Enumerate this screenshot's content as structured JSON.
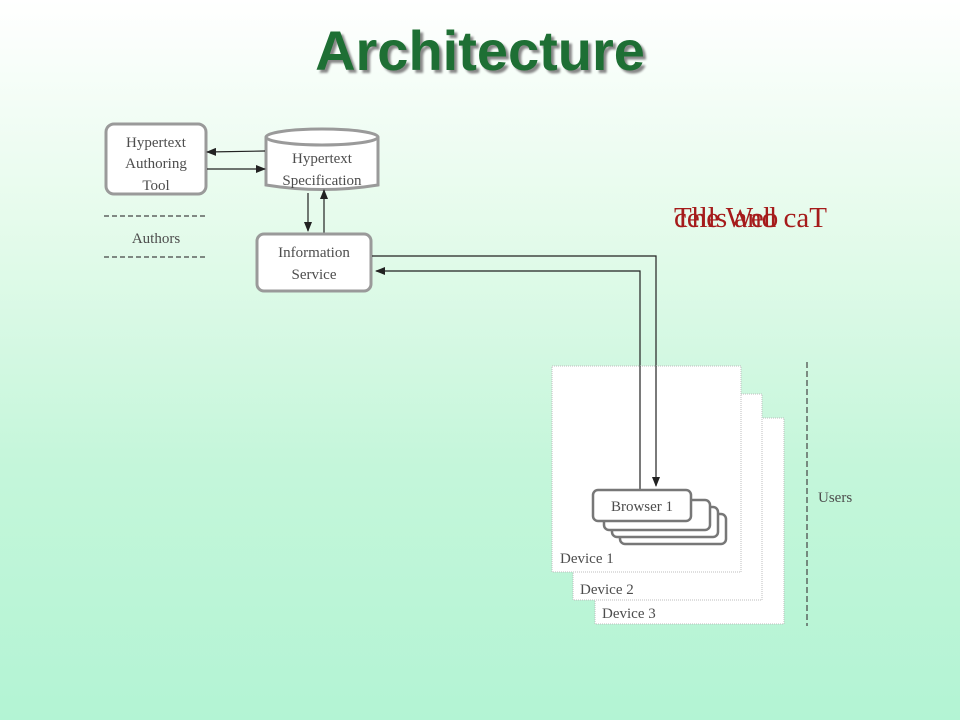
{
  "title": "Architecture",
  "overlay": {
    "text_a": "The Web",
    "text_b": "cells and caT",
    "color": "#a51b1b"
  },
  "nodes": {
    "authoring_tool": {
      "line1": "Hypertext",
      "line2": "Authoring",
      "line3": "Tool"
    },
    "spec": {
      "line1": "Hypertext",
      "line2": "Specification"
    },
    "info_service": {
      "line1": "Information",
      "line2": "Service"
    },
    "authors": "Authors",
    "users": "Users",
    "browser": "Browser 1",
    "devices": [
      "Device 1",
      "Device 2",
      "Device 3"
    ]
  },
  "colors": {
    "title": "#1e6f34",
    "box_stroke": "#8a8a8a",
    "line": "#222222"
  }
}
